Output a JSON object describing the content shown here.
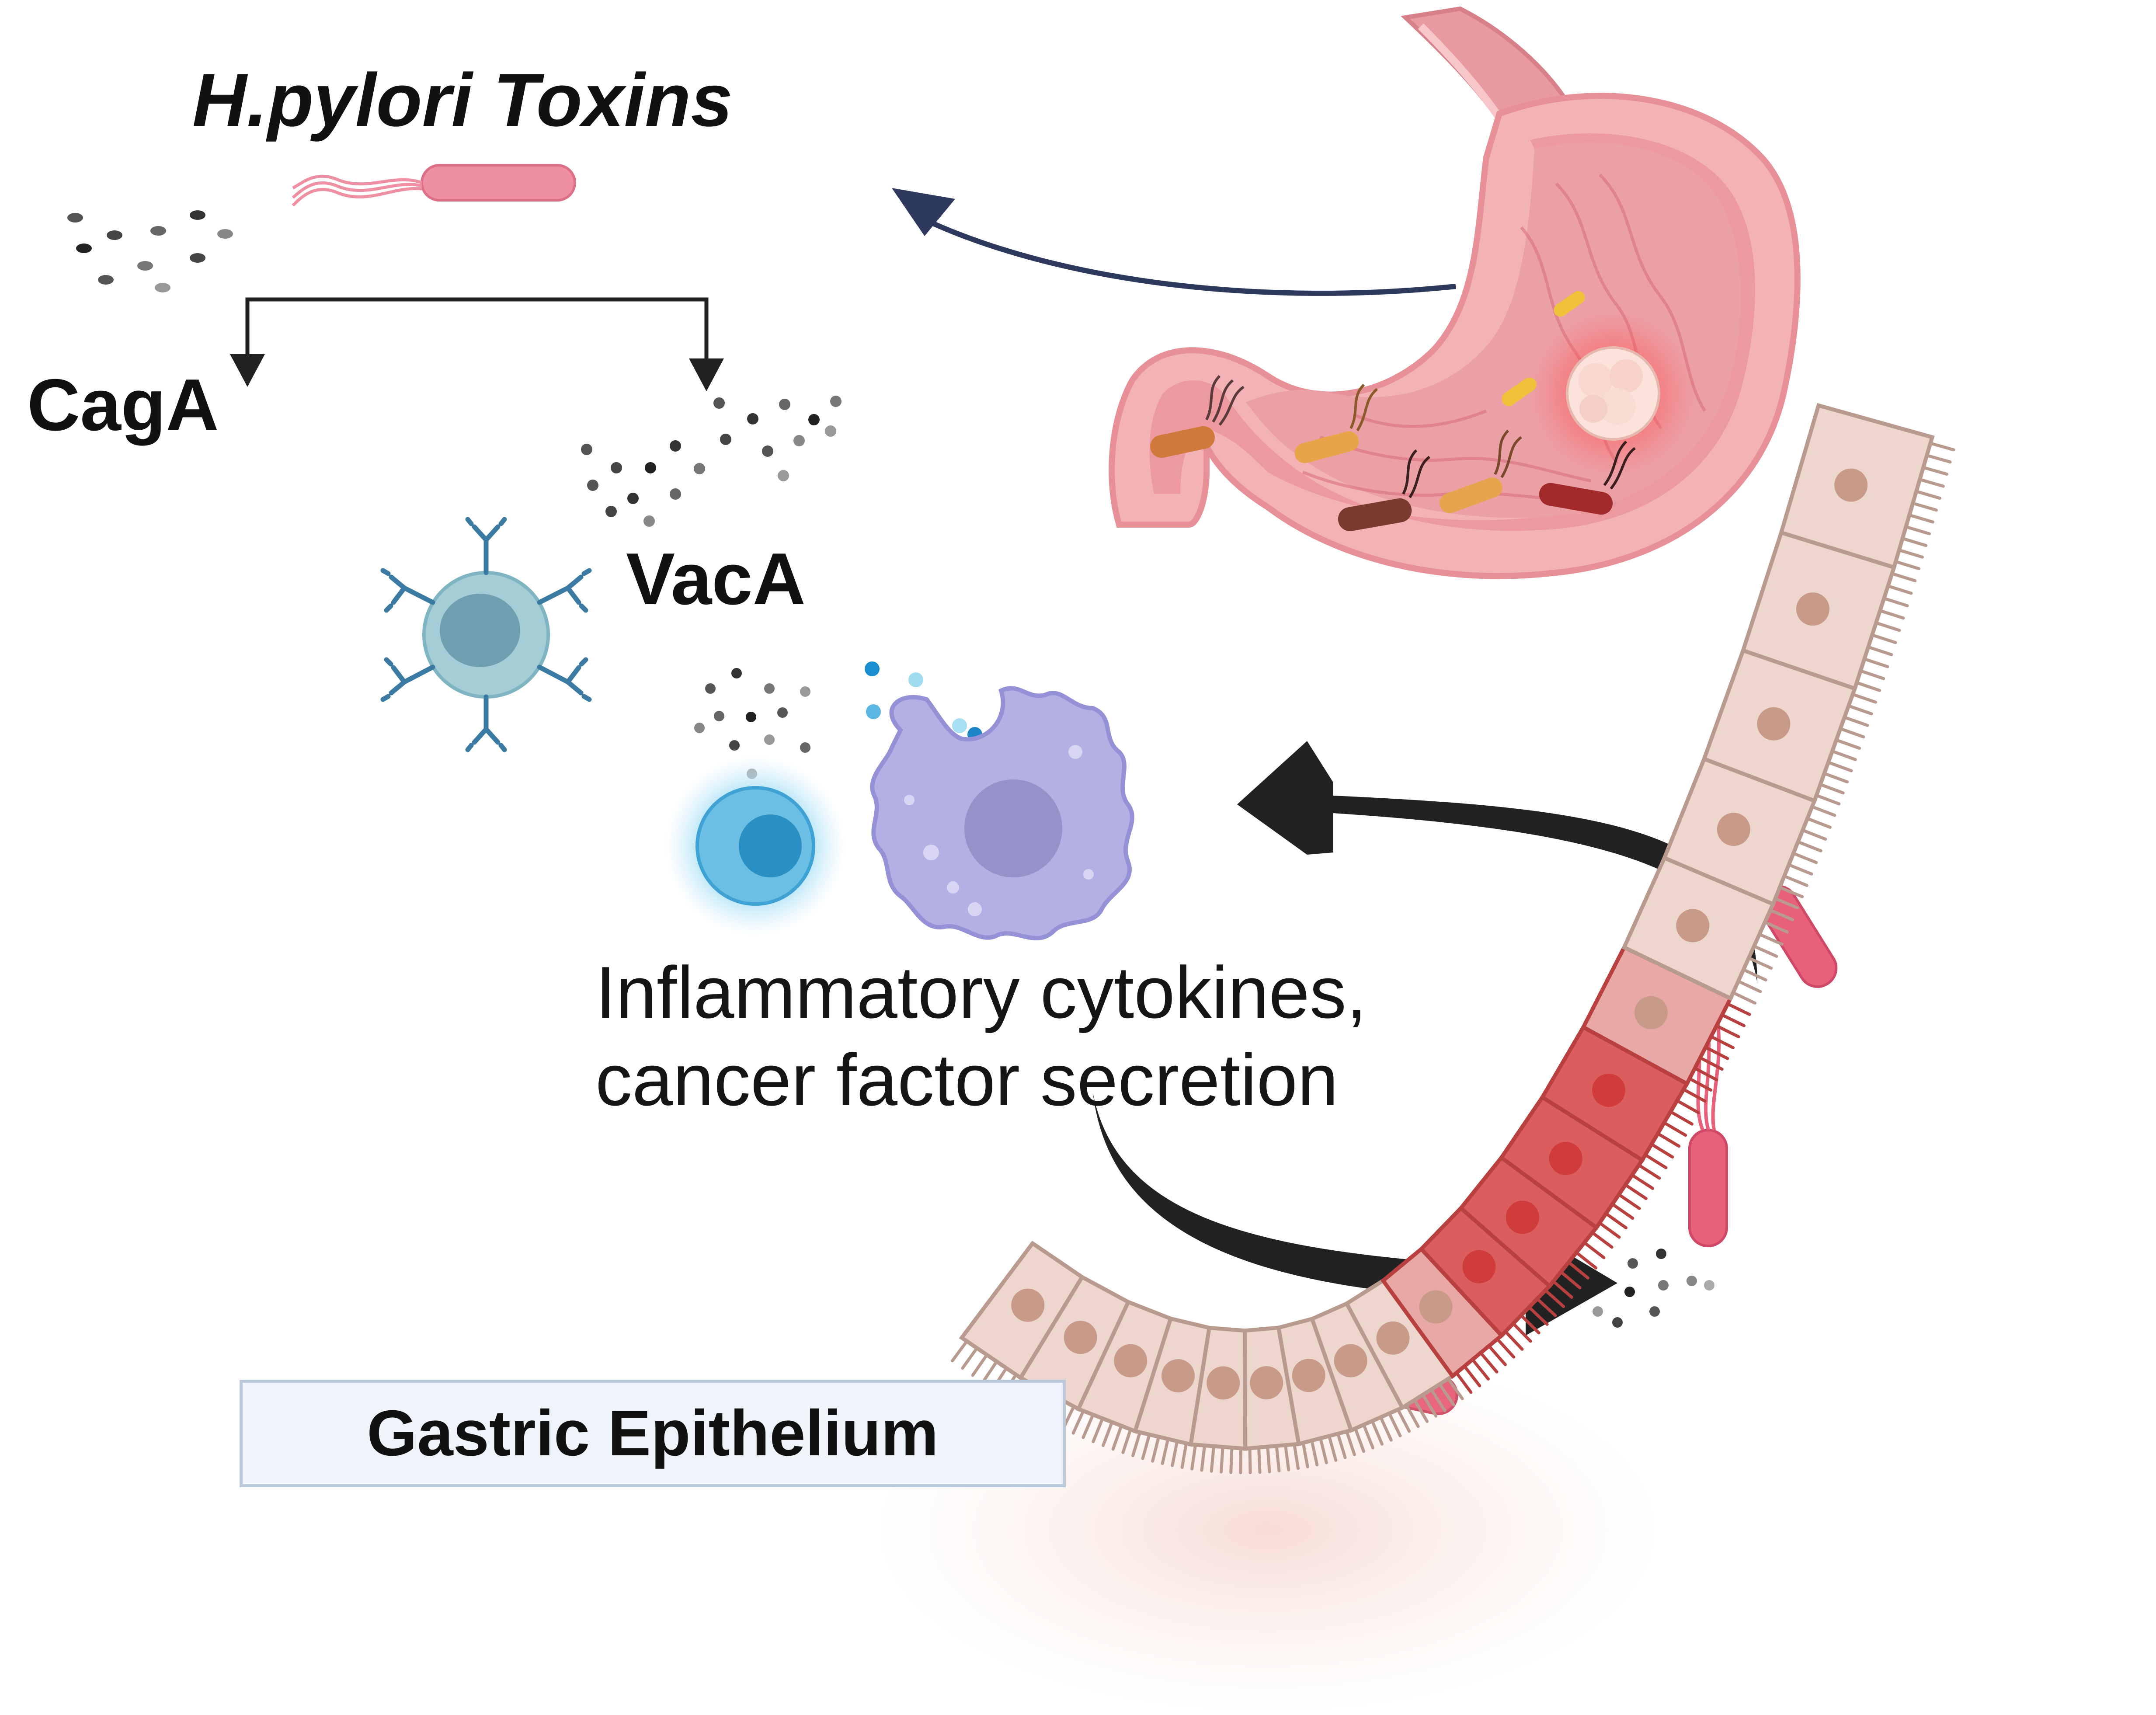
{
  "title": "H.pylori Toxins",
  "toxins": [
    "CagA",
    "VacA"
  ],
  "caption_lines": [
    "Inflammatory cytokines,",
    "cancer factor secretion"
  ],
  "epithelium_label": "Gastric Epithelium",
  "icons": [
    "h-pylori-bacterium-icon",
    "stomach-icon",
    "tumor-icon",
    "lymphocyte-icon",
    "antibody-icon",
    "immune-cell-icon",
    "macrophage-icon",
    "epithelial-cell-icon",
    "toxin-particle-icon"
  ],
  "colors": {
    "navy_arrow": "#2d3a5e",
    "black_arrow": "#222222",
    "bacterium": "#e8607a",
    "stomach": "#f2a8ad",
    "healthy_cell": "#ecd6cd",
    "inflamed_cell": "#dc5d5d",
    "lymphocyte": "#9cc7d3",
    "immune_cell": "#5bb2dc",
    "macrophage": "#b3b0e4"
  }
}
